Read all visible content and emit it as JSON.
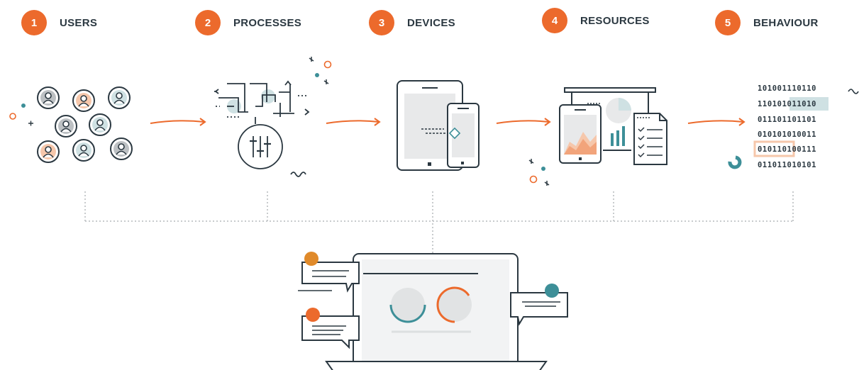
{
  "steps": [
    {
      "number": "1",
      "label": "USERS"
    },
    {
      "number": "2",
      "label": "PROCESSES"
    },
    {
      "number": "3",
      "label": "DEVICES"
    },
    {
      "number": "4",
      "label": "RESOURCES"
    },
    {
      "number": "5",
      "label": "BEHAVIOUR"
    }
  ],
  "binary_lines": [
    "101001110110",
    "110101011010",
    "011101101101",
    "010101010011",
    "010110100111",
    "011011010101"
  ],
  "colors": {
    "accent_orange": "#ec6a2c",
    "teal": "#3d8f98",
    "dark_stroke": "#2b3841",
    "light_grey": "#e8e9ea",
    "peach": "#f6c7ab"
  },
  "icons": {
    "users": "users-group-icon",
    "processes": "circuit-sliders-icon",
    "devices": "tablet-phone-icon",
    "resources": "dashboard-reports-icon",
    "behaviour": "binary-data-icon",
    "center": "laptop-chat-icon"
  }
}
